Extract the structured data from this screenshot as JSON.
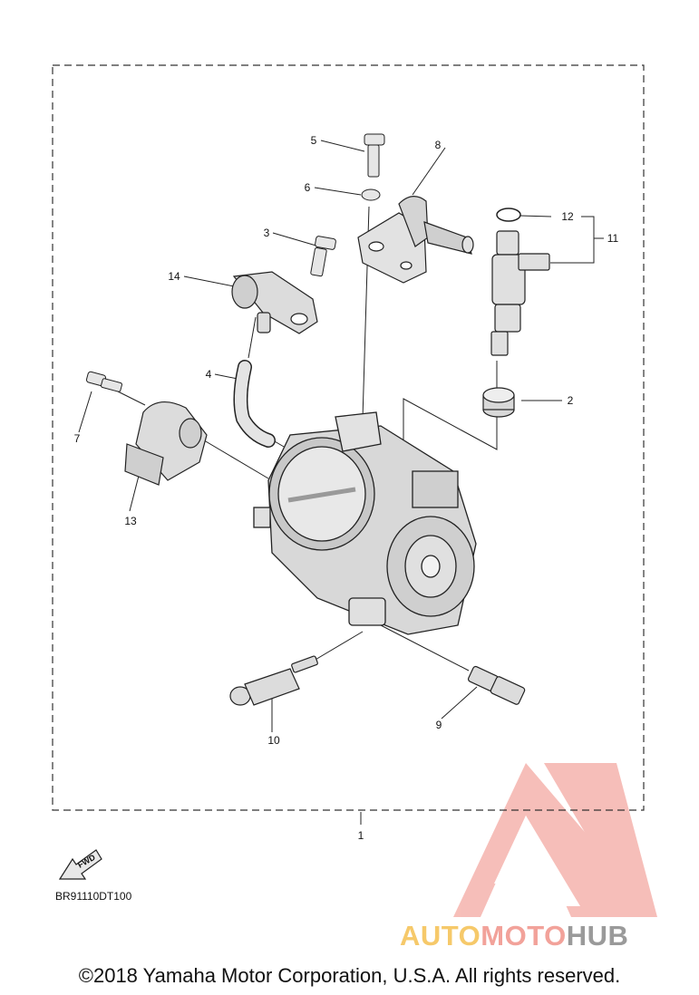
{
  "diagram": {
    "callouts": {
      "n1": "1",
      "n2": "2",
      "n3": "3",
      "n4": "4",
      "n5": "5",
      "n6": "6",
      "n7": "7",
      "n8": "8",
      "n9": "9",
      "n10": "10",
      "n11": "11",
      "n12": "12",
      "n13": "13",
      "n14": "14"
    },
    "fwd_label": "FWD",
    "diagram_code": "BR91110DT100"
  },
  "watermark": {
    "part1": "AUTO",
    "part2": "MOTO",
    "part3": "HUB",
    "colors": {
      "auto": "#f6c96a",
      "moto": "#f2a29a",
      "hub": "#9a9a9a",
      "logo": "#f08a80"
    }
  },
  "footer": {
    "copyright": "©2018 Yamaha Motor Corporation, U.S.A. All rights reserved."
  }
}
